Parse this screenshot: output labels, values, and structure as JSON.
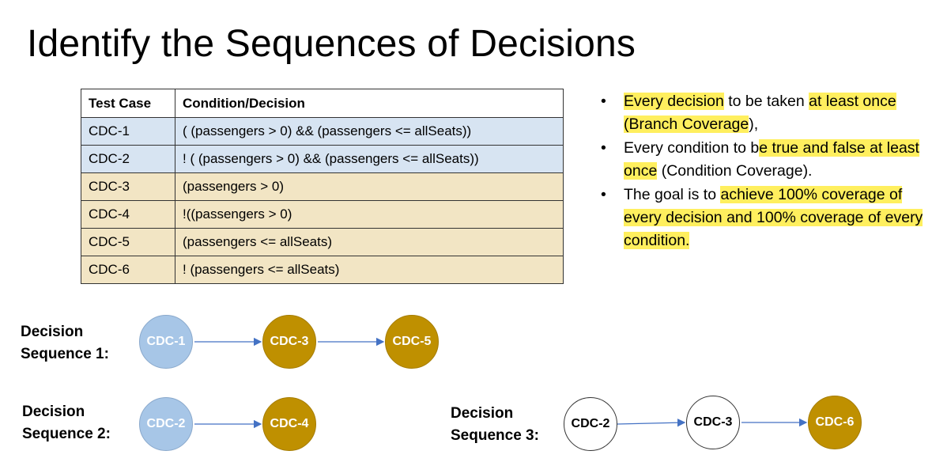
{
  "title": "Identify the Sequences of Decisions",
  "table": {
    "headers": [
      "Test Case",
      "Condition/Decision"
    ],
    "rows": [
      {
        "id": "CDC-1",
        "condition": "( (passengers > 0) && (passengers <= allSeats))"
      },
      {
        "id": "CDC-2",
        "condition": "! ( (passengers > 0) && (passengers <= allSeats))"
      },
      {
        "id": "CDC-3",
        "condition": "(passengers > 0)"
      },
      {
        "id": "CDC-4",
        "condition": "!((passengers > 0)"
      },
      {
        "id": "CDC-5",
        "condition": "(passengers <= allSeats)"
      },
      {
        "id": "CDC-6",
        "condition": "! (passengers <= allSeats)"
      }
    ]
  },
  "bullets": {
    "b1": {
      "p1": "Every decision",
      "p2": " to be taken ",
      "p3": "at least once (Branch Coverage",
      "p4": "),"
    },
    "b2": {
      "p1": "Every condition to b",
      "p2": "e true and false at least once",
      "p3": " (Condition Coverage)."
    },
    "b3": {
      "p1": "The goal is to ",
      "p2": "achieve 100% coverage of every decision and 100% coverage of every condition."
    }
  },
  "sequences": {
    "s1": {
      "line1": "Decision",
      "line2": "Sequence 1:",
      "nodes": [
        "CDC-1",
        "CDC-3",
        "CDC-5"
      ]
    },
    "s2": {
      "line1": "Decision",
      "line2": "Sequence 2:",
      "nodes": [
        "CDC-2",
        "CDC-4"
      ]
    },
    "s3": {
      "line1": "Decision",
      "line2": "Sequence 3:",
      "nodes": [
        "CDC-2",
        "CDC-3",
        "CDC-6"
      ]
    }
  },
  "colors": {
    "blue_node": "#a7c6e7",
    "gold_node": "#bf9000",
    "blue_row": "#d7e4f2",
    "tan_row": "#f2e5c4",
    "highlight": "#ffef5e",
    "arrow": "#4472c4"
  }
}
